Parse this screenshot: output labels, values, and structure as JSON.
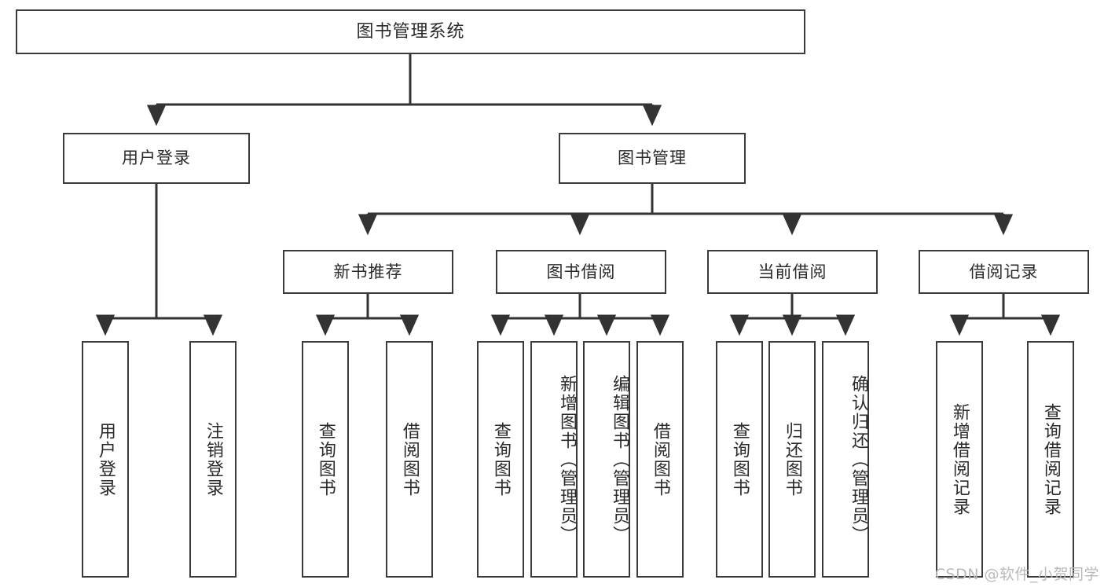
{
  "diagram": {
    "title": "图书管理系统",
    "type": "tree-hierarchy-diagram",
    "watermark": "CSDN @软件_小贺同学",
    "colors": {
      "box_border": "#3b3b3b",
      "box_fill": "#ffffff",
      "connector": "#333333",
      "text": "#2a2a2a",
      "watermark": "#b9b9b9",
      "background": "#ffffff"
    },
    "root": {
      "id": "root",
      "label": "图书管理系统"
    },
    "level2": [
      {
        "id": "user-login",
        "label": "用户登录"
      },
      {
        "id": "book-manage",
        "label": "图书管理"
      }
    ],
    "level3": [
      {
        "id": "new-book-recommend",
        "label": "新书推荐",
        "parent": "book-manage"
      },
      {
        "id": "book-borrow",
        "label": "图书借阅",
        "parent": "book-manage"
      },
      {
        "id": "current-borrow",
        "label": "当前借阅",
        "parent": "book-manage"
      },
      {
        "id": "borrow-record",
        "label": "借阅记录",
        "parent": "book-manage"
      }
    ],
    "leaves": [
      {
        "id": "leaf-user-login",
        "label": "用户登录",
        "parent": "user-login"
      },
      {
        "id": "leaf-logout",
        "label": "注销登录",
        "parent": "user-login"
      },
      {
        "id": "leaf-query-book-1",
        "label": "查询图书",
        "parent": "new-book-recommend"
      },
      {
        "id": "leaf-borrow-book-1",
        "label": "借阅图书",
        "parent": "new-book-recommend"
      },
      {
        "id": "leaf-query-book-2",
        "label": "查询图书",
        "parent": "book-borrow"
      },
      {
        "id": "leaf-add-book",
        "label": "新增图书（管理员）",
        "parent": "book-borrow"
      },
      {
        "id": "leaf-edit-book",
        "label": "编辑图书（管理员）",
        "parent": "book-borrow"
      },
      {
        "id": "leaf-borrow-book-2",
        "label": "借阅图书",
        "parent": "book-borrow"
      },
      {
        "id": "leaf-query-book-3",
        "label": "查询图书",
        "parent": "current-borrow"
      },
      {
        "id": "leaf-return-book",
        "label": "归还图书",
        "parent": "current-borrow"
      },
      {
        "id": "leaf-confirm-return",
        "label": "确认归还（管理员）",
        "parent": "current-borrow"
      },
      {
        "id": "leaf-add-record",
        "label": "新增借阅记录",
        "parent": "borrow-record"
      },
      {
        "id": "leaf-query-record",
        "label": "查询借阅记录",
        "parent": "borrow-record"
      }
    ]
  }
}
